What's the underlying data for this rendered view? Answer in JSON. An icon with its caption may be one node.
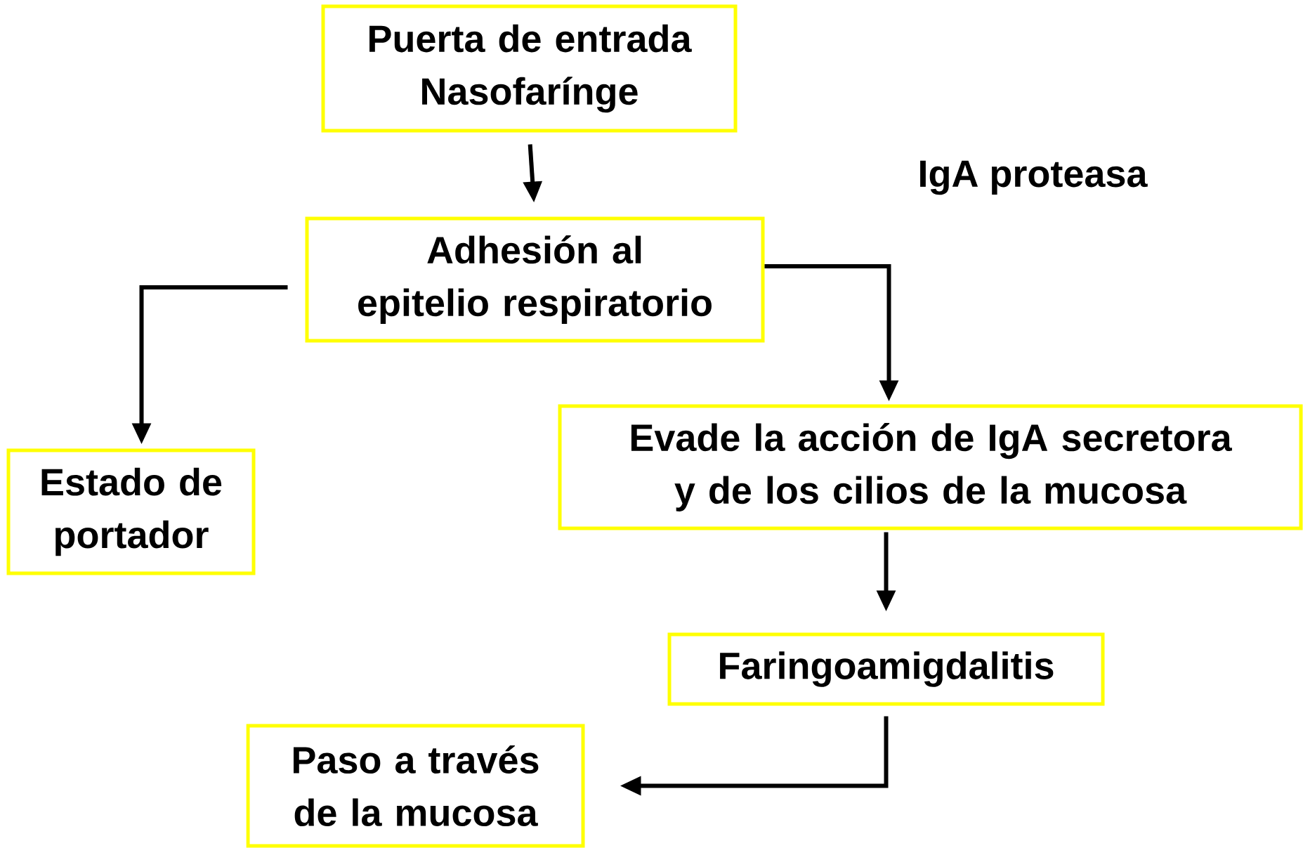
{
  "diagram": {
    "nodes": [
      {
        "text": [
          "Puerta de entrada Nasofarínge"
        ]
      },
      {
        "text": [
          "Adhesión al epitelio respiratorio"
        ]
      },
      {
        "text": [
          "Estado de portador"
        ]
      },
      {
        "text": [
          "Evade la acción de IgA secretora y de los cilios de la mucosa"
        ]
      },
      {
        "text": [
          "Faringoamigdalitis"
        ]
      },
      {
        "text": [
          "Paso a través de la mucosa"
        ]
      }
    ],
    "edges": [
      {
        "from": 0,
        "to": 1,
        "arrow": "to"
      },
      {
        "from": 1,
        "to": 2,
        "arrow": "to"
      },
      {
        "from": 1,
        "to": 3,
        "arrow": "to"
      },
      {
        "from": 3,
        "to": 4,
        "arrow": "to"
      },
      {
        "from": 4,
        "to": 5,
        "arrow": "to"
      }
    ],
    "labels": [
      "IgA proteasa"
    ]
  }
}
